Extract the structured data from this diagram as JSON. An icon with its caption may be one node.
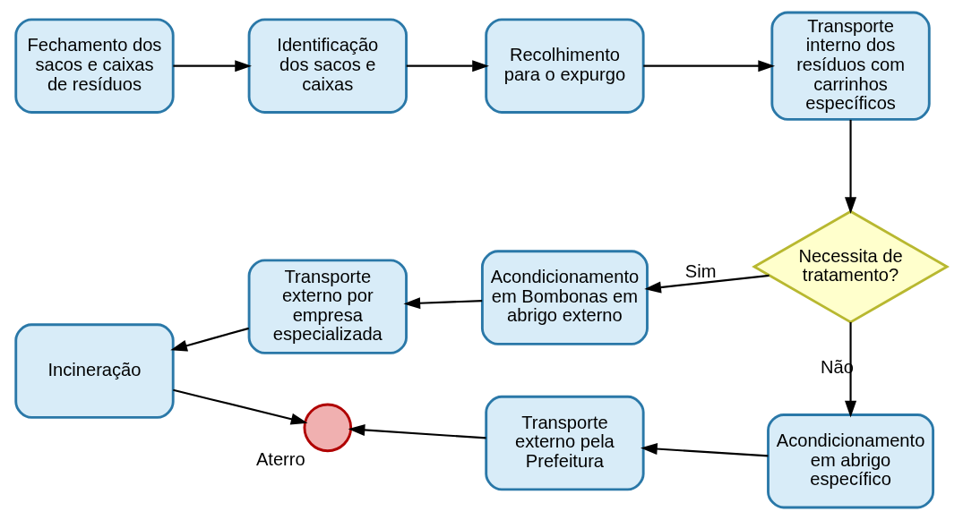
{
  "diagram": {
    "nodes": [
      {
        "text": [
          "Fechamento dos sacos e caixas de resíduos"
        ]
      },
      {
        "text": [
          "Identificação dos sacos e caixas"
        ]
      },
      {
        "text": [
          "Recolhimento para o expurgo"
        ]
      },
      {
        "text": [
          "Transporte interno dos resíduos com carrinhos específicos"
        ]
      },
      {
        "text": [
          "Necessita de tratamento?"
        ]
      },
      {
        "text": [
          "Acondicionamento em Bombonas em abrigo externo"
        ]
      },
      {
        "text": [
          "Transporte externo por empresa especializada"
        ]
      },
      {
        "text": [
          "Incineração"
        ]
      },
      {
        "text": [
          "Acondicionamento em abrigo específico"
        ]
      },
      {
        "text": [
          "Transporte externo pela Prefeitura"
        ]
      },
      {
        "text": [
          "Aterro"
        ]
      }
    ],
    "edges": [
      {
        "from": 0,
        "to": 1,
        "arrow": "to"
      },
      {
        "from": 1,
        "to": 2,
        "arrow": "to"
      },
      {
        "from": 2,
        "to": 3,
        "arrow": "to"
      },
      {
        "from": 3,
        "to": 4,
        "arrow": "to"
      },
      {
        "from": 4,
        "to": 5,
        "arrow": "to",
        "label": "Sim"
      },
      {
        "from": 5,
        "to": 6,
        "arrow": "to"
      },
      {
        "from": 6,
        "to": 7,
        "arrow": "to"
      },
      {
        "from": 4,
        "to": 8,
        "arrow": "to",
        "label": "Não"
      },
      {
        "from": 8,
        "to": 9,
        "arrow": "to"
      },
      {
        "from": 9,
        "to": 10,
        "arrow": "to"
      },
      {
        "from": 7,
        "to": 10,
        "arrow": "to"
      }
    ]
  }
}
